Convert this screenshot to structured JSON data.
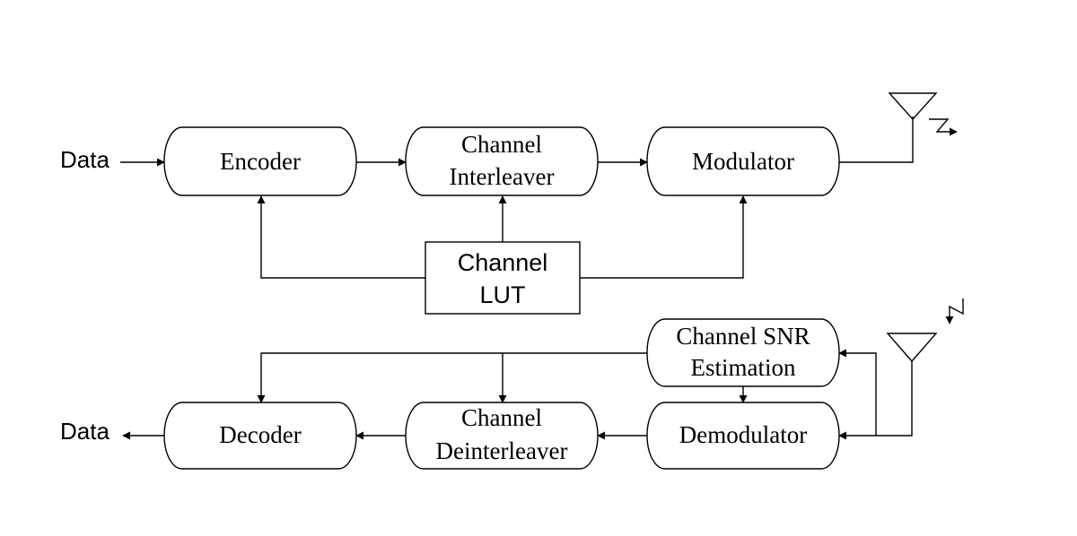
{
  "transmitter": {
    "input_label": "Data",
    "encoder": "Encoder",
    "interleaver": [
      "Channel",
      "Interleaver"
    ],
    "modulator": "Modulator",
    "lut": [
      "Channel",
      "LUT"
    ]
  },
  "receiver": {
    "output_label": "Data",
    "decoder": "Decoder",
    "deinterleaver": [
      "Channel",
      "Deinterleaver"
    ],
    "demodulator": "Demodulator",
    "snr_estimation": [
      "Channel SNR",
      "Estimation"
    ]
  },
  "icons": {
    "tx_antenna": "transmit-antenna-icon",
    "rx_antenna": "receive-antenna-icon",
    "tx_signal": "lightning-signal-icon",
    "rx_signal": "lightning-signal-icon"
  }
}
